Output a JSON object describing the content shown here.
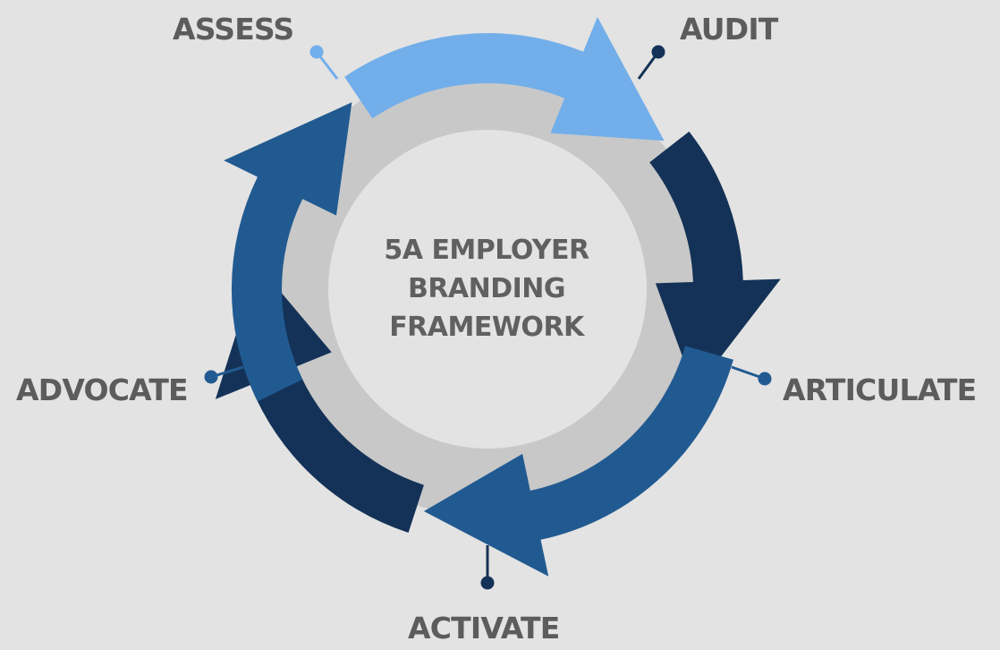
{
  "diagram": {
    "center_title_lines": [
      "5A EMPLOYER",
      "BRANDING",
      "FRAMEWORK"
    ],
    "stages": [
      {
        "key": "assess",
        "label": "ASSESS",
        "color": "#72aeea"
      },
      {
        "key": "audit",
        "label": "AUDIT",
        "color": "#143257"
      },
      {
        "key": "articulate",
        "label": "ARTICULATE",
        "color": "#215a91"
      },
      {
        "key": "activate",
        "label": "ACTIVATE",
        "color": "#143257"
      },
      {
        "key": "advocate",
        "label": "ADVOCATE",
        "color": "#215a91"
      }
    ],
    "colors": {
      "background": "#e3e3e3",
      "inner_ring": "#c8c8c8",
      "inner_disc": "#e3e3e3",
      "label_text": "#5c5c5c"
    }
  }
}
